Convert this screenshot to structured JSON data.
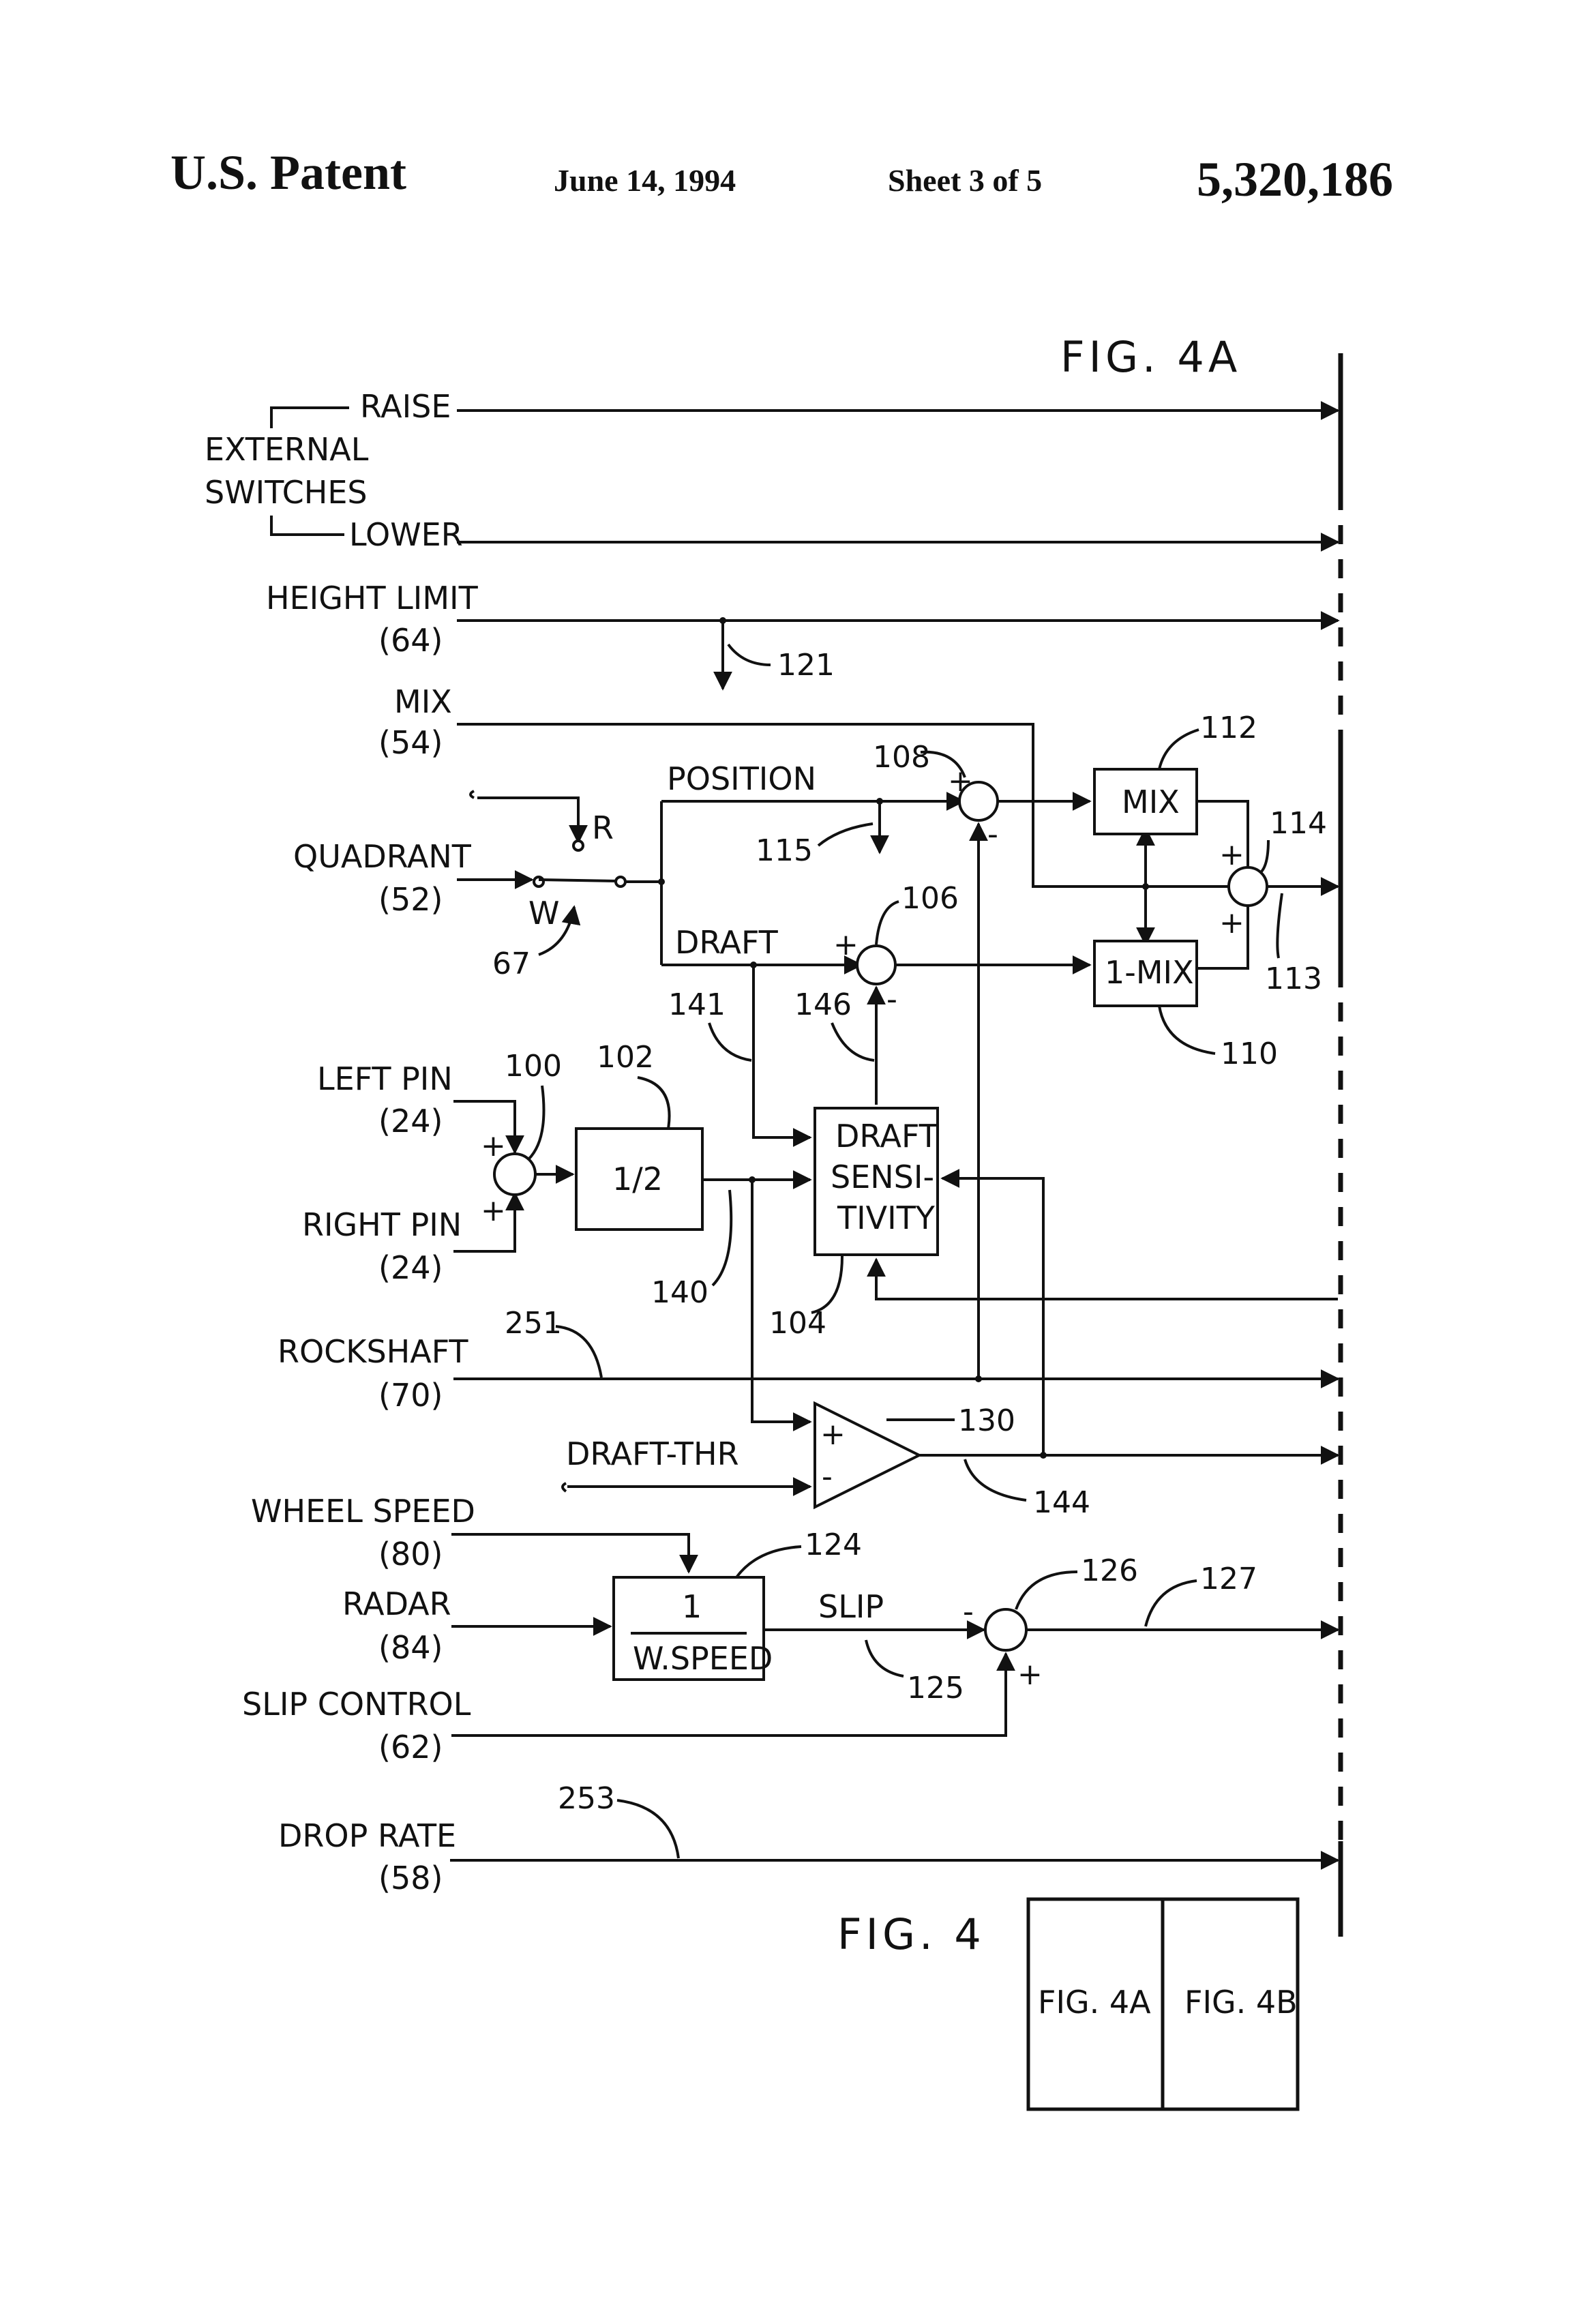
{
  "header": {
    "publisher": "U.S. Patent",
    "date": "June 14, 1994",
    "sheet": "Sheet 3 of 5",
    "patent_number": "5,320,186"
  },
  "figure": {
    "title": "FIG. 4A",
    "overview_title": "FIG. 4",
    "key_left": "FIG. 4A",
    "key_right": "FIG. 4B"
  },
  "inputs": {
    "raise": "RAISE",
    "external_1": "EXTERNAL",
    "external_2": "SWITCHES",
    "lower": "LOWER",
    "height_limit": "HEIGHT LIMIT",
    "height_limit_ref": "(64)",
    "mix": "MIX",
    "mix_ref": "(54)",
    "quadrant": "QUADRANT",
    "quadrant_ref": "(52)",
    "left_pin": "LEFT PIN",
    "left_pin_ref": "(24)",
    "right_pin": "RIGHT PIN",
    "right_pin_ref": "(24)",
    "rockshaft": "ROCKSHAFT",
    "rockshaft_ref": "(70)",
    "draft_thr": "DRAFT-THR",
    "wheel_speed": "WHEEL SPEED",
    "wheel_speed_ref": "(80)",
    "radar": "RADAR",
    "radar_ref": "(84)",
    "slip_control": "SLIP CONTROL",
    "slip_control_ref": "(62)",
    "drop_rate": "DROP RATE",
    "drop_rate_ref": "(58)"
  },
  "blocks": {
    "mix": "MIX",
    "one_minus_mix": "1-MIX",
    "half": "1/2",
    "draft_1": "DRAFT",
    "draft_2": "SENSI-",
    "draft_3": "TIVITY",
    "recip_num": "1",
    "recip_den": "W.SPEED"
  },
  "signals": {
    "position": "POSITION",
    "draft": "DRAFT",
    "slip": "SLIP",
    "switch_r": "R",
    "switch_w": "W"
  },
  "signs": {
    "plus": "+",
    "minus": "-"
  },
  "refs": {
    "r121": "121",
    "r108": "108",
    "r112": "112",
    "r114": "114",
    "r115": "115",
    "r106": "106",
    "r113": "113",
    "r67": "67",
    "r141": "141",
    "r146": "146",
    "r110": "110",
    "r100": "100",
    "r102": "102",
    "r140": "140",
    "r104": "104",
    "r251": "251",
    "r130": "130",
    "r144": "144",
    "r124": "124",
    "r126": "126",
    "r127": "127",
    "r125": "125",
    "r253": "253"
  }
}
